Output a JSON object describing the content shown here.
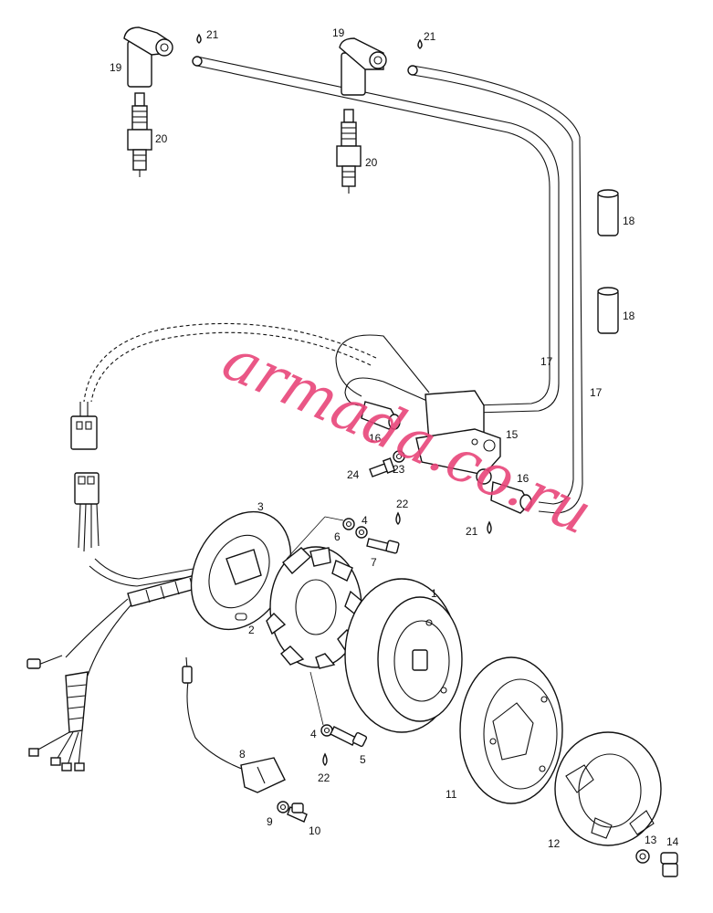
{
  "callouts": [
    {
      "id": "c1",
      "label": "1"
    },
    {
      "id": "c2",
      "label": "2"
    },
    {
      "id": "c3",
      "label": "3"
    },
    {
      "id": "c4a",
      "label": "4"
    },
    {
      "id": "c4b",
      "label": "4"
    },
    {
      "id": "c5",
      "label": "5"
    },
    {
      "id": "c6",
      "label": "6"
    },
    {
      "id": "c7",
      "label": "7"
    },
    {
      "id": "c8",
      "label": "8"
    },
    {
      "id": "c9",
      "label": "9"
    },
    {
      "id": "c10",
      "label": "10"
    },
    {
      "id": "c11",
      "label": "11"
    },
    {
      "id": "c12",
      "label": "12"
    },
    {
      "id": "c13",
      "label": "13"
    },
    {
      "id": "c14",
      "label": "14"
    },
    {
      "id": "c15",
      "label": "15"
    },
    {
      "id": "c16a",
      "label": "16"
    },
    {
      "id": "c16b",
      "label": "16"
    },
    {
      "id": "c17a",
      "label": "17"
    },
    {
      "id": "c17b",
      "label": "17"
    },
    {
      "id": "c18a",
      "label": "18"
    },
    {
      "id": "c18b",
      "label": "18"
    },
    {
      "id": "c19a",
      "label": "19"
    },
    {
      "id": "c19b",
      "label": "19"
    },
    {
      "id": "c20a",
      "label": "20"
    },
    {
      "id": "c20b",
      "label": "20"
    },
    {
      "id": "c21a",
      "label": "21"
    },
    {
      "id": "c21b",
      "label": "21"
    },
    {
      "id": "c21c",
      "label": "21"
    },
    {
      "id": "c22a",
      "label": "22"
    },
    {
      "id": "c22b",
      "label": "22"
    },
    {
      "id": "c23",
      "label": "23"
    },
    {
      "id": "c24",
      "label": "24"
    }
  ],
  "watermark": "armada.co.ru"
}
